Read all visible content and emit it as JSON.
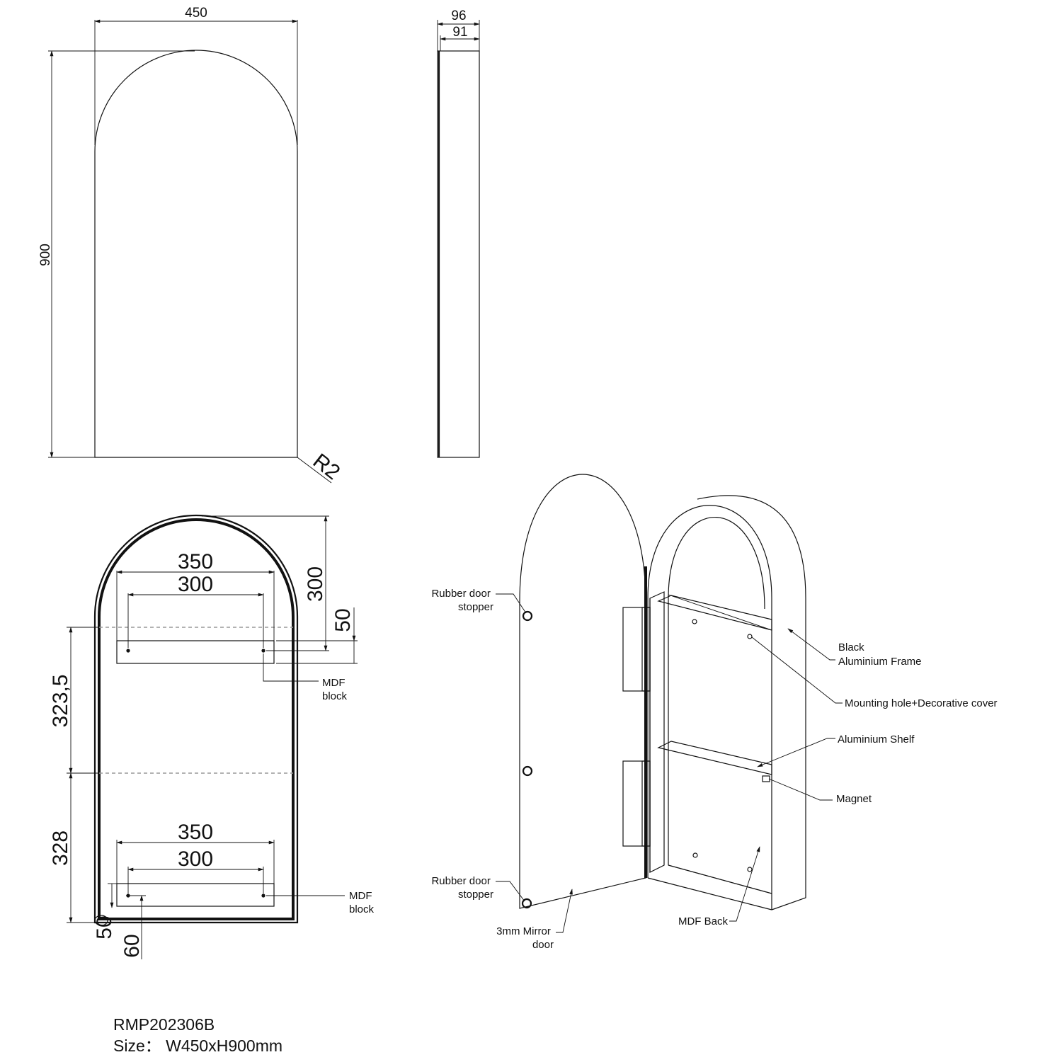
{
  "front_view": {
    "width_label": "450",
    "height_label": "900",
    "radius_label": "R2"
  },
  "side_view": {
    "depth_outer": "96",
    "depth_inner": "91"
  },
  "back_view": {
    "top_width_outer": "350",
    "top_width_inner": "300",
    "top_offset": "300",
    "top_block_height": "50",
    "middle_spacing": "323,5",
    "lower_spacing": "328",
    "bottom_width_outer": "350",
    "bottom_width_inner": "300",
    "bottom_margin": "50",
    "bottom_hole": "60",
    "mdf_block_top": [
      "MDF",
      "block"
    ],
    "mdf_block_bottom": [
      "MDF",
      "block"
    ]
  },
  "iso_view": {
    "rubber_stopper_top": [
      "Rubber door",
      "stopper"
    ],
    "rubber_stopper_bottom": [
      "Rubber door",
      "stopper"
    ],
    "mirror_door": [
      "3mm Mirror",
      "door"
    ],
    "black_frame": [
      "Black",
      "Aluminium Frame"
    ],
    "mounting_hole": "Mounting hole+Decorative cover",
    "shelf": "Aluminium Shelf",
    "magnet": "Magnet",
    "mdf_back": "MDF Back"
  },
  "footer": {
    "model": "RMP202306B",
    "size": "Size： W450xH900mm"
  }
}
